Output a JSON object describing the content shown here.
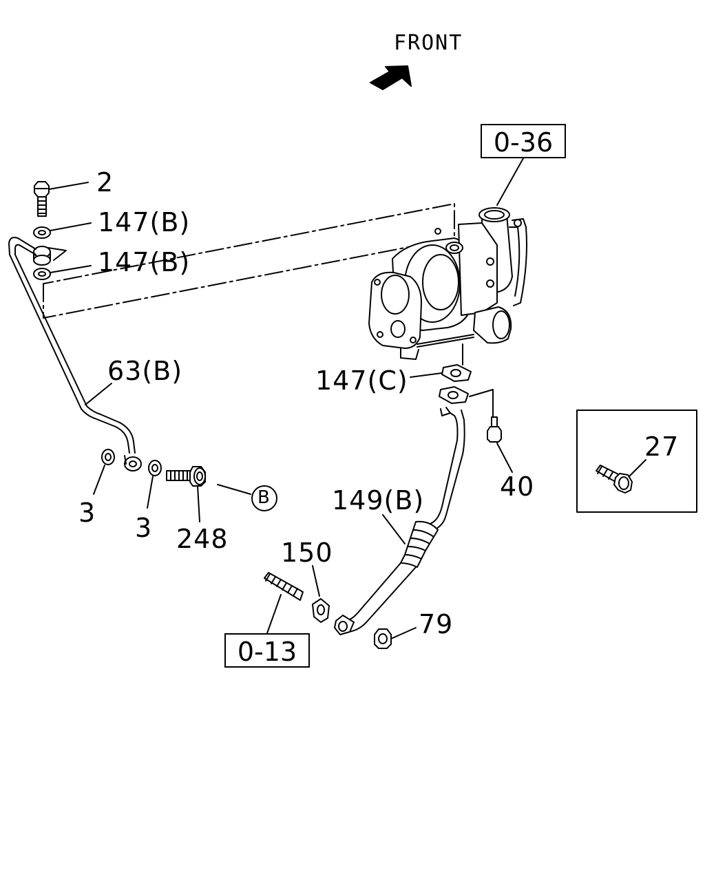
{
  "direction_label": "FRONT",
  "callouts": {
    "c2": "2",
    "c147b_top": "147(B)",
    "c147b_bottom": "147(B)",
    "c63b": "63(B)",
    "c3_left": "3",
    "c3_right": "3",
    "c248": "248",
    "cB": "B",
    "c036": "0-36",
    "c147c": "147(C)",
    "c40": "40",
    "c27": "27",
    "c149b": "149(B)",
    "c150": "150",
    "c79": "79",
    "c013": "0-13"
  }
}
